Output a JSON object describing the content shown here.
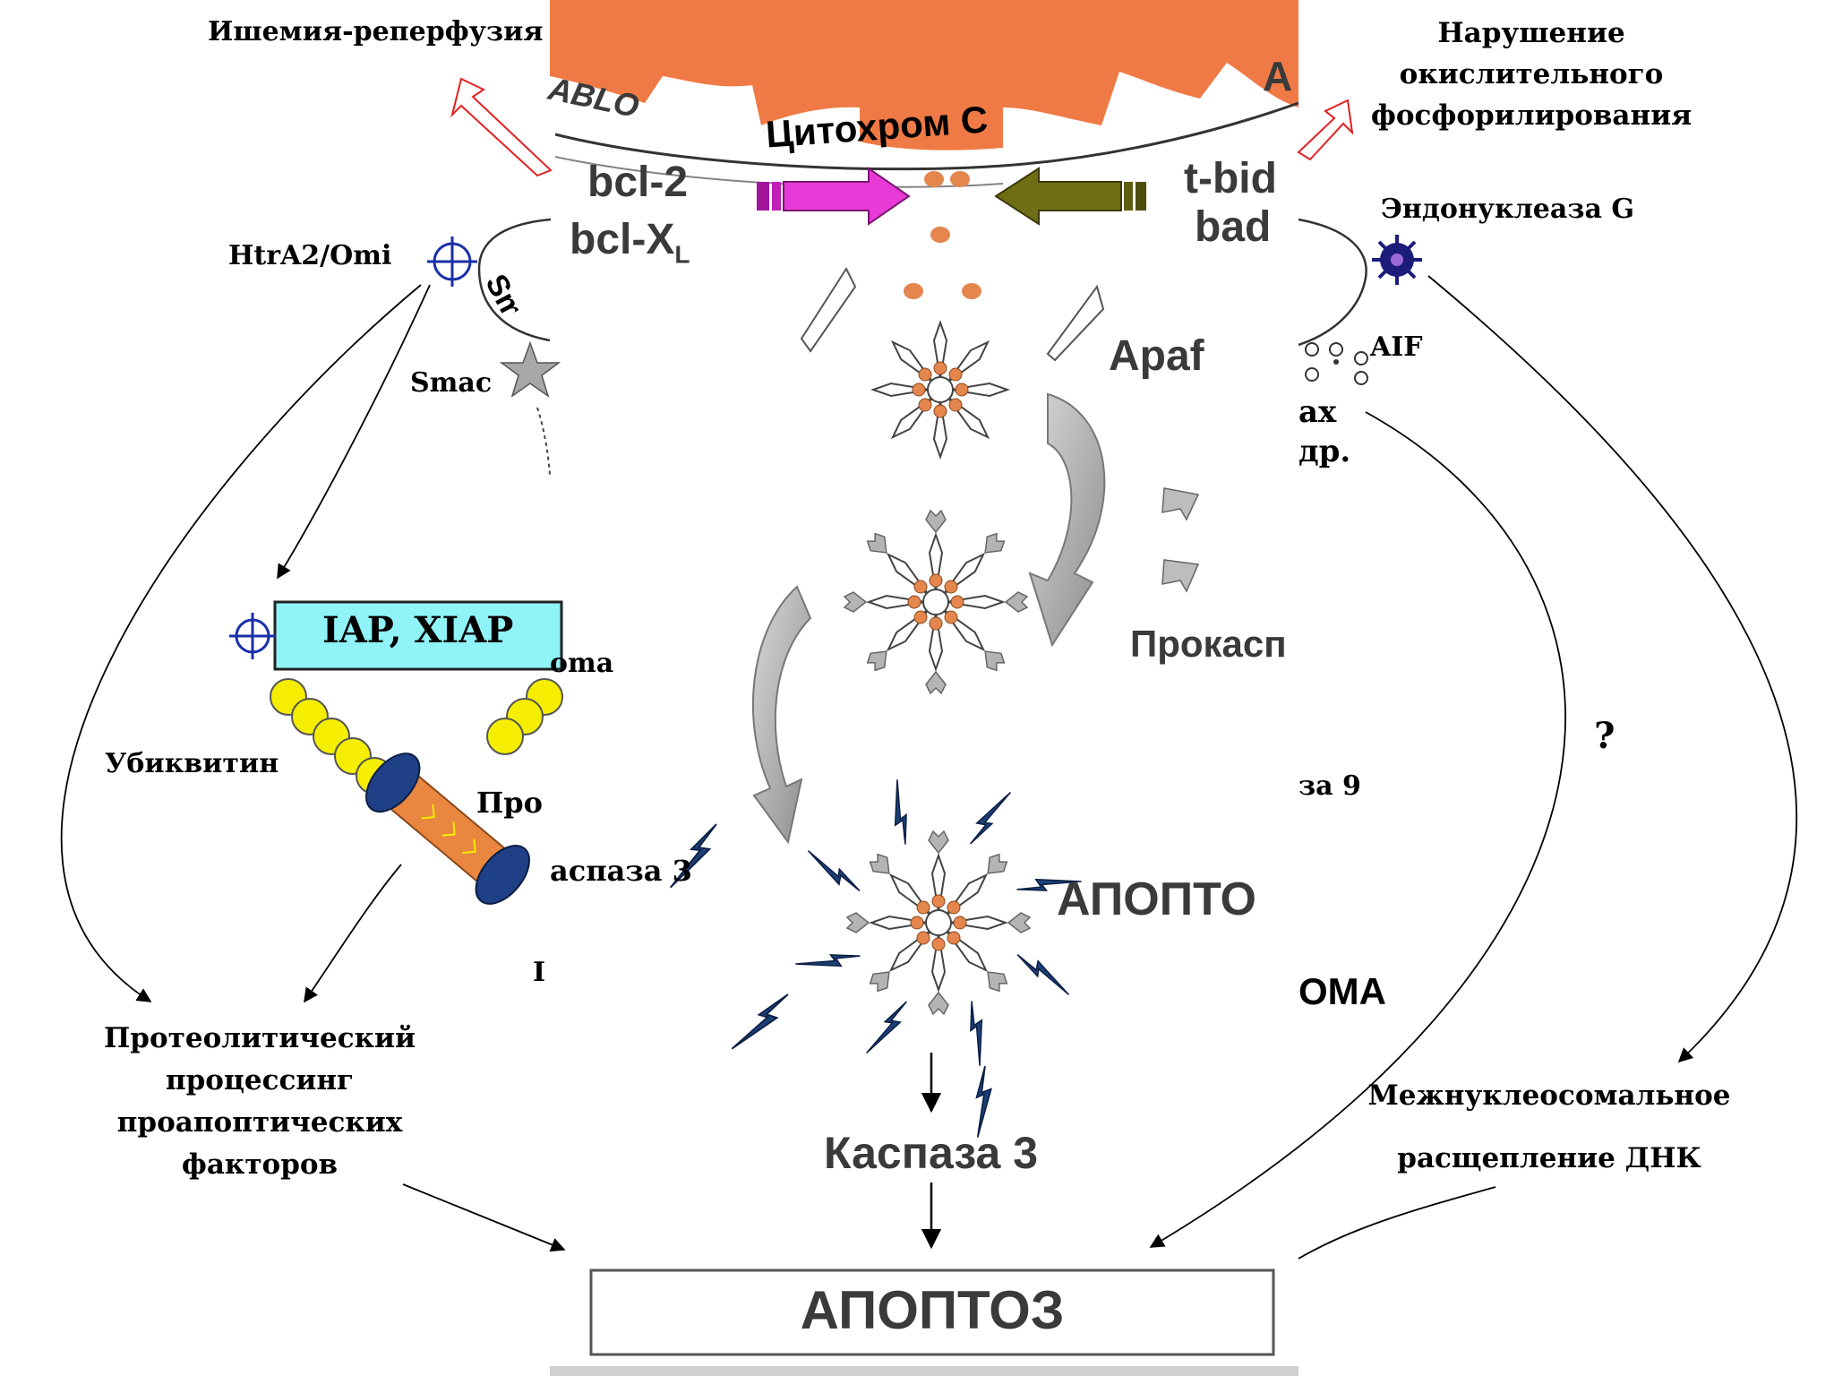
{
  "diagram": {
    "left": {
      "ischemia": "Ишемия-реперфузия",
      "htra2": "HtrA2/Omi",
      "smac": "Smac",
      "smac_curve": "Smac",
      "iap": "IAP, XIAP",
      "ubiquitin": "Убиквитин",
      "proteasome_partial": "Про",
      "proteasome_partial2": "оma",
      "proteolysis": [
        "Протеолитический",
        "процессинг",
        "проапоптических",
        "факторов"
      ],
      "i_partial": "I"
    },
    "center": {
      "smac_diablo": "ABLO",
      "cytochrome": "Цитохром С",
      "bcl2": "bcl-2",
      "bclxl": "bcl-X",
      "bclxl_sub": "L",
      "apaf": "Apaf",
      "procasp": "Прокасп",
      "caspase9_partial": "за 9",
      "caspase3_partial": "аспаза 3",
      "apoptosome": "АПОПТО",
      "caspase3": "Каспаза 3",
      "apoptosis": "АПОПТОЗ"
    },
    "right": {
      "oxphos": [
        "Нарушение",
        "окислительного",
        "фосфорилирования"
      ],
      "tbid": "t-bid",
      "bad": "bad",
      "a_partial": "A",
      "endonuclease": "Эндонуклеаза G",
      "aif": "AIF",
      "bax_partial": "ax",
      "dr_partial": "др.",
      "question": "?",
      "oma": "ОМА",
      "internucleosomal": [
        "Межнуклеосомальное",
        "расщепление ДНК"
      ]
    }
  },
  "colors": {
    "mito": "#f07a45",
    "pink_arrow": "#e83ad6",
    "olive_arrow": "#6f6e14",
    "iap_box": "#8ff3f7",
    "ubiquitin": "#f5ee00",
    "caspase_blue": "#1a3a6e",
    "protein_dot": "#e4864e",
    "proteasome": "#1f3f86"
  }
}
